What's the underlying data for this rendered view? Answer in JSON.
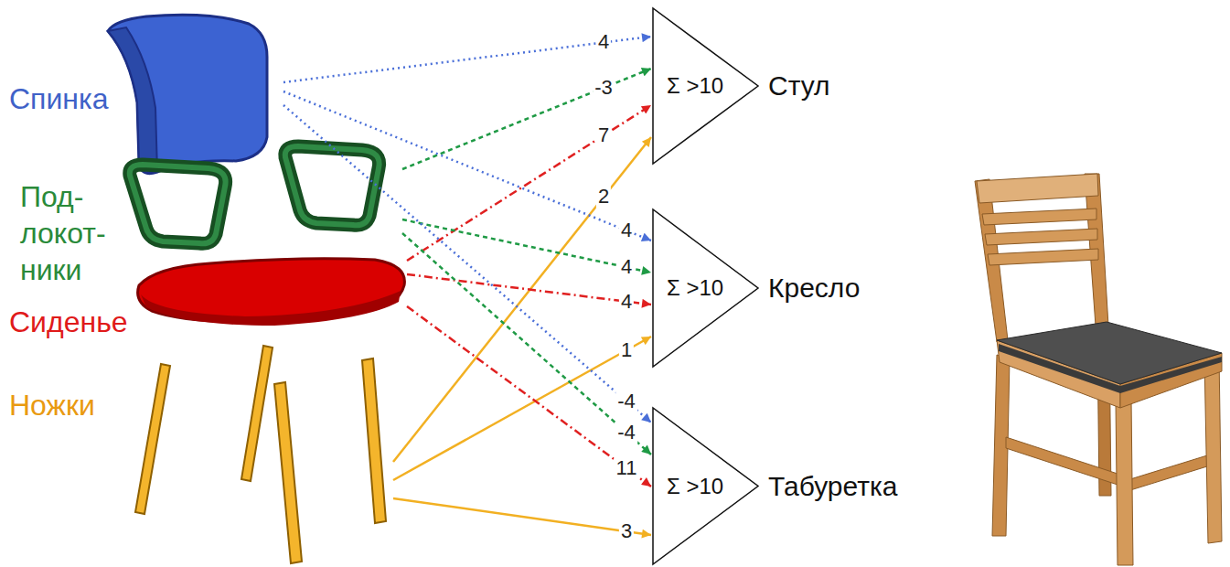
{
  "diagram": {
    "nodes": [
      {
        "text": [
          "Спинка"
        ]
      },
      {
        "text": [
          "Под- локот- ники"
        ]
      },
      {
        "text": [
          "Сиденье"
        ]
      },
      {
        "text": [
          "Ножки"
        ]
      },
      {
        "text": [
          "Σ >10",
          "Стул"
        ]
      },
      {
        "text": [
          "Σ >10",
          "Кресло"
        ]
      },
      {
        "text": [
          "Σ >10",
          "Табуретка"
        ]
      }
    ],
    "edges": [
      {
        "from": 0,
        "to": 4,
        "label": "4",
        "arrow": "to"
      },
      {
        "from": 1,
        "to": 4,
        "label": "-3",
        "arrow": "to"
      },
      {
        "from": 2,
        "to": 4,
        "label": "7",
        "arrow": "to"
      },
      {
        "from": 3,
        "to": 4,
        "label": "2",
        "arrow": "to"
      },
      {
        "from": 0,
        "to": 5,
        "label": "4",
        "arrow": "to"
      },
      {
        "from": 1,
        "to": 5,
        "label": "4",
        "arrow": "to"
      },
      {
        "from": 2,
        "to": 5,
        "label": "4",
        "arrow": "to"
      },
      {
        "from": 3,
        "to": 5,
        "label": "1",
        "arrow": "to"
      },
      {
        "from": 0,
        "to": 6,
        "label": "-4",
        "arrow": "to"
      },
      {
        "from": 1,
        "to": 6,
        "label": "-4",
        "arrow": "to"
      },
      {
        "from": 2,
        "to": 6,
        "label": "11",
        "arrow": "to"
      },
      {
        "from": 3,
        "to": 6,
        "label": "3",
        "arrow": "to"
      }
    ]
  }
}
